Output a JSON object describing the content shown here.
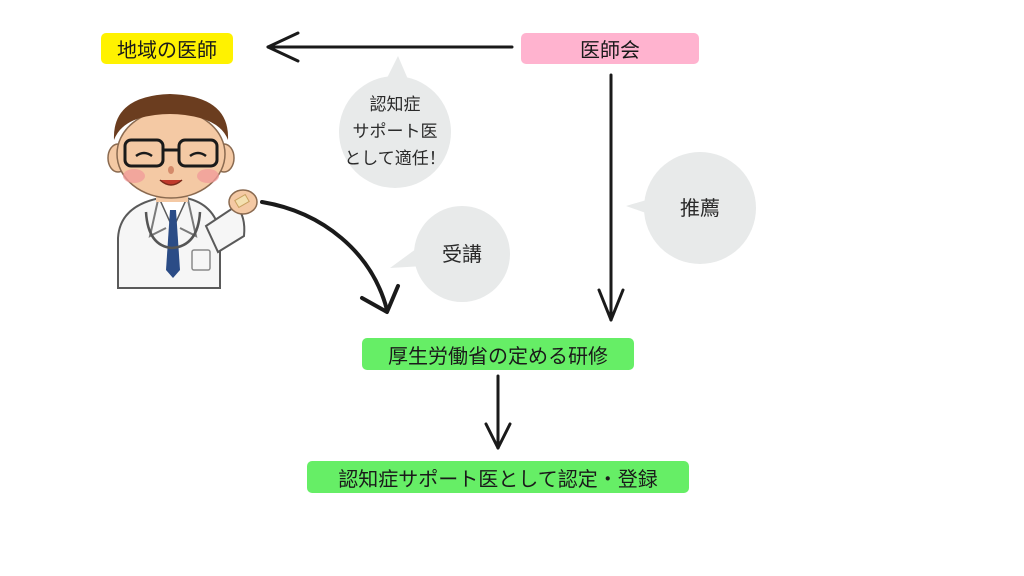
{
  "nodes": {
    "local_doctor": {
      "label": "地域の医師",
      "color": "#fff200"
    },
    "medical_association": {
      "label": "医師会",
      "color": "#ffb3cf"
    },
    "mhlw_training": {
      "label": "厚生労働省の定める研修",
      "color": "#66ee66"
    },
    "certification": {
      "label": "認知症サポート医として認定・登録",
      "color": "#66ee66"
    }
  },
  "bubbles": {
    "suitable": {
      "lines": [
        "認知症",
        "サポート医",
        "として適任！"
      ],
      "color": "#e8eaea"
    },
    "recommend": {
      "label": "推薦",
      "color": "#e8eaea"
    },
    "attend": {
      "label": "受講",
      "color": "#e8eaea"
    }
  },
  "illustration": {
    "subject": "doctor-illustration"
  }
}
